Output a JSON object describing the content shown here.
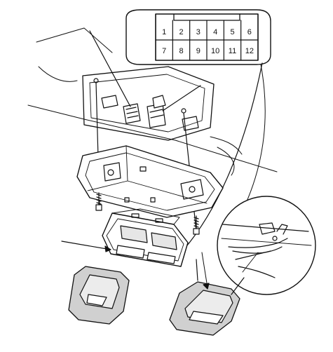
{
  "connector": {
    "pins_top": [
      "1",
      "2",
      "3",
      "4",
      "5",
      "6"
    ],
    "pins_bottom": [
      "7",
      "8",
      "9",
      "10",
      "11",
      "12"
    ]
  },
  "colors": {
    "line": "#111111",
    "fill": "#ffffff",
    "shade": "#d8d8d8"
  }
}
